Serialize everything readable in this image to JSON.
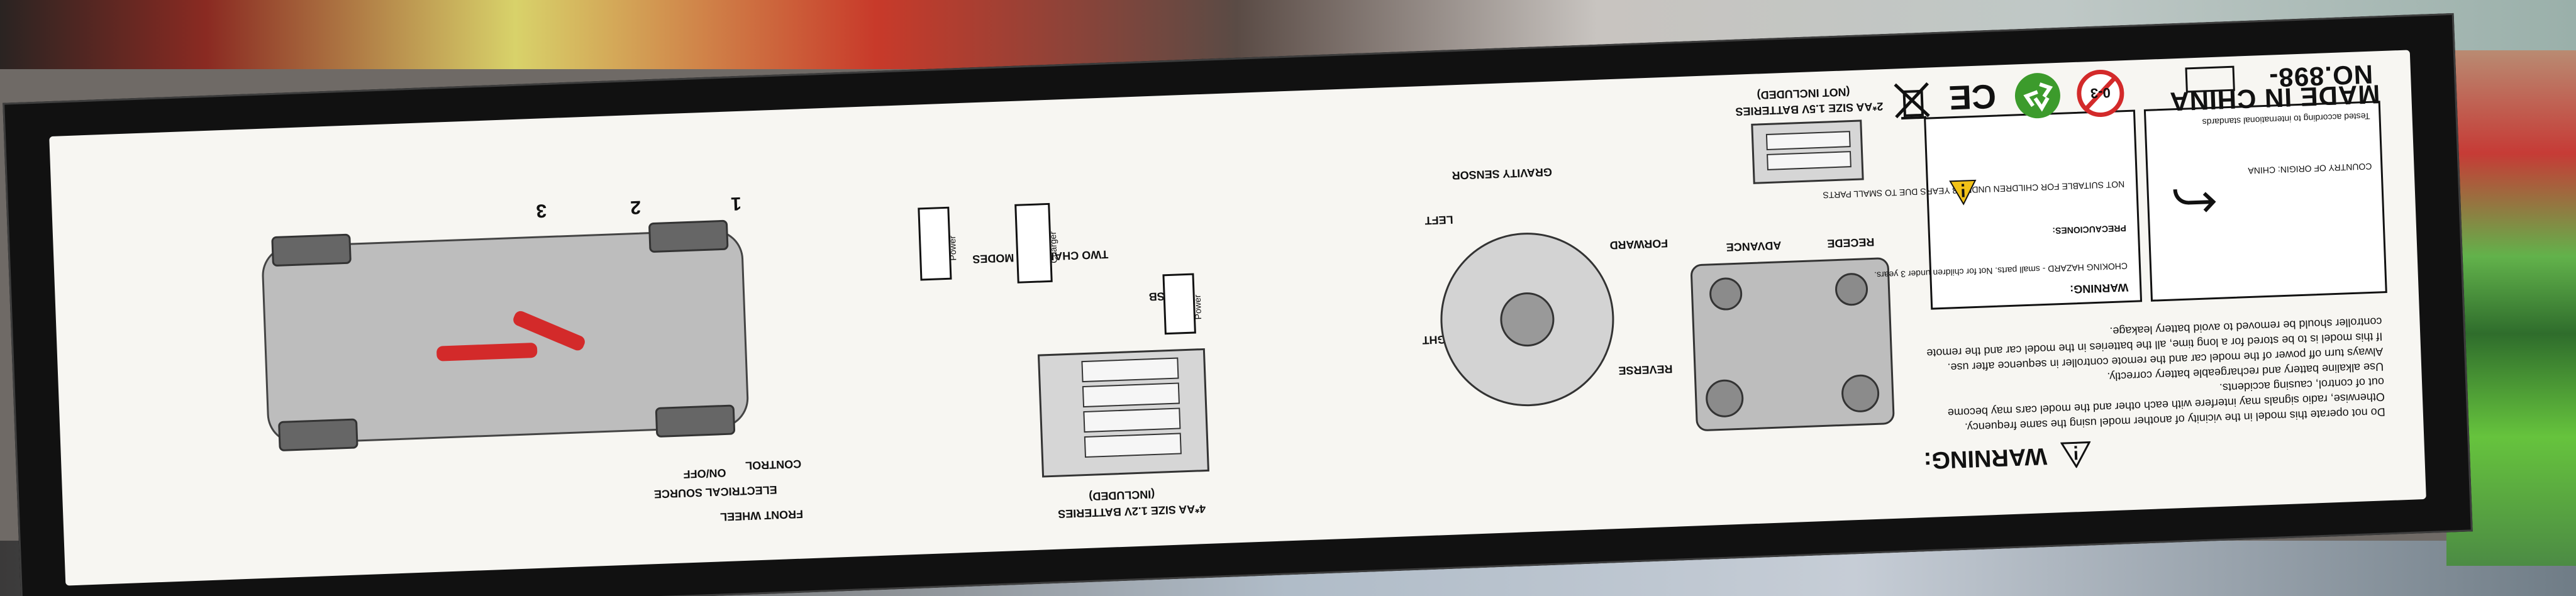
{
  "labels": {
    "made_in": "MADE IN CHINA",
    "model_no": "NO.898-",
    "warning_top": "WARNING:",
    "warning_small": "WARNING:",
    "choking": "CHOKING HAZARD - small parts. Not for children under 3 years.",
    "not_suitable": "NOT SUITABLE FOR CHILDREN UNDER 3 YEARS DUE TO SMALL PARTS",
    "precautions": "PRECAUCIONES:",
    "country": "COUNTRY OF ORIGIN: CHINA",
    "tested": "Tested according to international standards",
    "receder": "RECEDE",
    "advance": "ADVANCE",
    "gravity_sensor": "GRAVITY SENSOR",
    "left": "LEFT",
    "right": "RIGHT",
    "forward": "FORWARD",
    "reverse": "REVERSE",
    "batteries_2aa": "2*AA SIZE 1.5V BATTERIES",
    "not_included": "(NOT INCLUDED)",
    "batteries_4aa": "4*AA SIZE 1.2V BATTERIES",
    "included": "(INCLUDED)",
    "two_charging_modes": "TWO CHARGING MODES",
    "usb": "USB",
    "power": "Power",
    "charger": "Charger",
    "front_wheel": "FRONT WHEEL",
    "electrical_source": "ELECTRICAL SOURCE",
    "control": "CONTROL",
    "on_off": "ON/OFF"
  },
  "warning_lines": [
    "Do not operate this model in the vicinity of another model using the same frequency.",
    "Otherwise, radio signals may interfere with each other and the model cars may become",
    "out of control, causing accidents.",
    "Use alkaline battery and rechargeable battery correctly.",
    "Always turn off power of the model car and the remote controller in sequence after use.",
    "If this model is to be stored for a long time, all the batteries in the model car and the remote",
    "controller should be removed to avoid battery leakage."
  ],
  "markers": [
    "1",
    "2",
    "3"
  ],
  "icons": {
    "ce": "ce-mark-icon",
    "recycle": "recycle-icon",
    "weee": "crossed-bin-icon",
    "age": "no-under-3-icon",
    "warning": "warning-triangle-icon"
  },
  "colors": {
    "accent_red": "#d32a2a",
    "green_recycle": "#3c9b2c",
    "panel": "#f7f6f2",
    "ink": "#111111"
  }
}
